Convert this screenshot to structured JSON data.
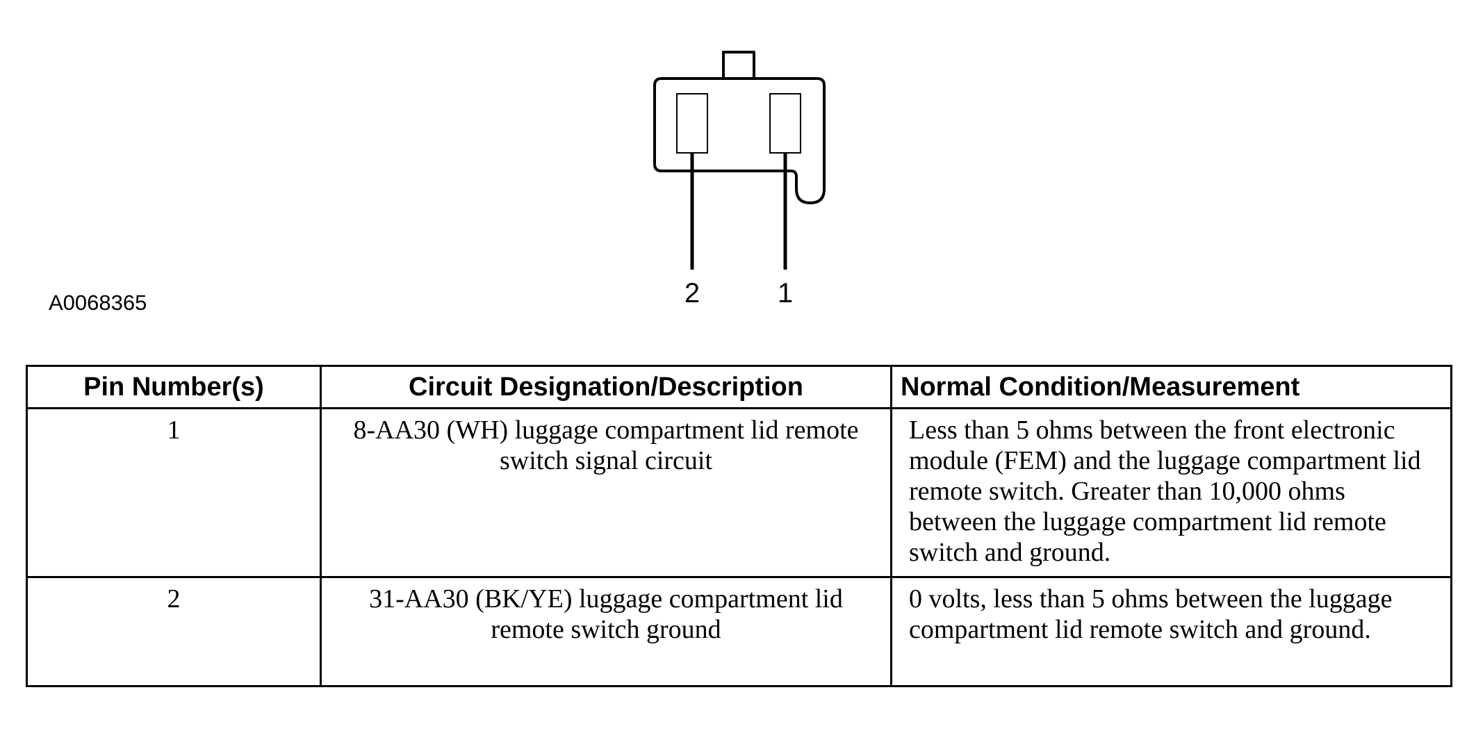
{
  "figure": {
    "id": "A0068365",
    "pin_labels": [
      "2",
      "1"
    ]
  },
  "table": {
    "headers": [
      "Pin Number(s)",
      "Circuit Designation/Description",
      "Normal Condition/Measurement"
    ],
    "rows": [
      {
        "pin": "1",
        "circuit": "8-AA30 (WH) luggage compartment lid remote switch signal circuit",
        "condition": "Less than 5 ohms between the front electronic module (FEM) and the luggage compartment lid remote switch. Greater than 10,000 ohms between the luggage compartment lid remote switch and ground."
      },
      {
        "pin": "2",
        "circuit": "31-AA30 (BK/YE) luggage compartment lid remote switch ground",
        "condition": "0 volts, less than 5 ohms between the luggage compartment lid remote switch and ground."
      }
    ]
  }
}
